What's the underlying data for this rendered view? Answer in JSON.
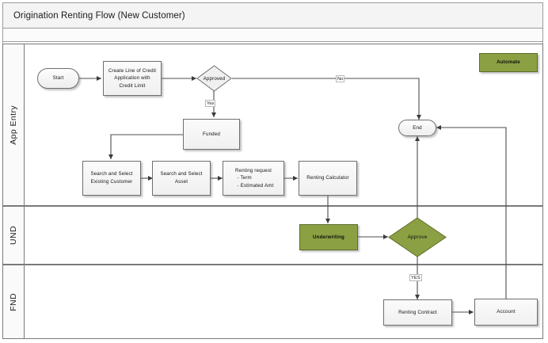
{
  "header": {
    "title": "Origination Renting Flow (New Customer)"
  },
  "lanes": [
    {
      "id": "app-entry",
      "label": "App Entry"
    },
    {
      "id": "und",
      "label": "UND"
    },
    {
      "id": "fnd",
      "label": "FND"
    }
  ],
  "legend": {
    "automate_label": "Automate",
    "automate_color": "#8ba043"
  },
  "nodes": {
    "start": "Start",
    "create_loc_line1": "Create Line of Credit",
    "create_loc_line2": "Application with",
    "create_loc_line3": "Credit Limit",
    "approved": "Approved",
    "funded": "Funded",
    "search_customer_line1": "Search and Select",
    "search_customer_line2": "Existing Customer",
    "search_asset_line1": "Search and Select",
    "search_asset_line2": "Asset",
    "renting_request_title": "Renting request",
    "renting_request_item1": "- Term",
    "renting_request_item2": "- Estimated Amt",
    "renting_calculator": "Renting Calculator",
    "underwriting": "Underwriting",
    "approve": "Approve",
    "end": "End",
    "renting_contract": "Renting Contract",
    "account": "Account"
  },
  "edge_labels": {
    "no": "No",
    "yes": "Yes",
    "yes_upper": "YES"
  },
  "colors": {
    "shape_fill": "#f2f2f2",
    "shape_border": "#6f6f6f",
    "green_fill": "#8ba043",
    "green_border": "#5d6c2a",
    "connector": "#4d4d4d"
  }
}
